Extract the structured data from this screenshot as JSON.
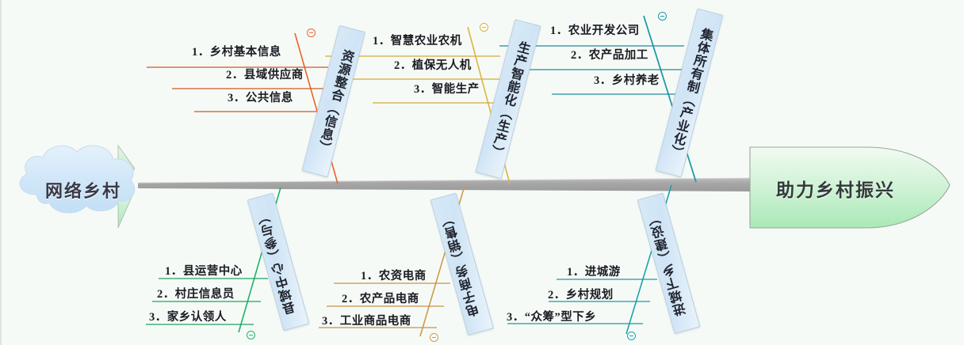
{
  "diagram": {
    "type": "fishbone",
    "topic": "网络乡村",
    "result": "助力乡村振兴",
    "colors": {
      "background": "#f6faf6",
      "spine": "#a8a8a8",
      "topic_cloud": "#cfe6f7",
      "result_arrow": "#b6eec0",
      "category_box": "#cfe4f5",
      "branch_orange": "#e8642a",
      "branch_yellow": "#d9b33c",
      "branch_teal": "#1f9aa8",
      "branch_green": "#19b36b",
      "branch_gold": "#cf9a4a",
      "branch_cyan": "#1aa3ad"
    },
    "branches": [
      {
        "id": "resource-integration",
        "position": "top",
        "label": "资源整合（信息）",
        "color": "#e8642a",
        "items": [
          "1．乡村基本信息",
          "2．县域供应商",
          "3．公共信息"
        ]
      },
      {
        "id": "smart-production",
        "position": "top",
        "label": "生产智能化（生产）",
        "color": "#d9b33c",
        "items": [
          "1．智慧农业农机",
          "2．植保无人机",
          "3．智能生产"
        ]
      },
      {
        "id": "collective-ownership",
        "position": "top",
        "label": "集体所有制（产业化）",
        "color": "#1f9aa8",
        "items": [
          "1．农业开发公司",
          "2．农产品加工",
          "3．乡村养老"
        ]
      },
      {
        "id": "county-center",
        "position": "bottom",
        "label": "县域中心（参与）",
        "color": "#19b36b",
        "items": [
          "1．县运营中心",
          "2．村庄信息员",
          "3．家乡认领人"
        ]
      },
      {
        "id": "e-commerce",
        "position": "bottom",
        "label": "电子商务（销售）",
        "color": "#cf9a4a",
        "items": [
          "1．农资电商",
          "2．农产品电商",
          "3．工业商品电商"
        ]
      },
      {
        "id": "urban-rural",
        "position": "bottom",
        "label": "进城下乡（建设）",
        "color": "#1aa3ad",
        "items": [
          "1．进城游",
          "2．乡村规划",
          "3．“众筹”型下乡"
        ]
      }
    ]
  }
}
